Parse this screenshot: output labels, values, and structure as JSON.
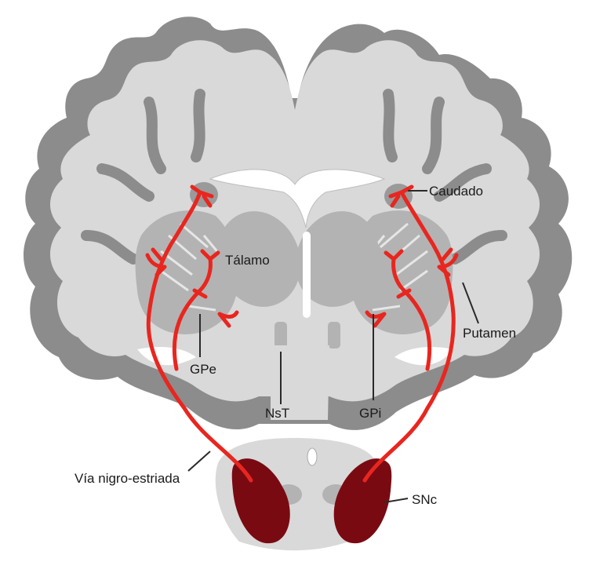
{
  "labels": {
    "caudado": "Caudado",
    "talamo": "Tálamo",
    "putamen": "Putamen",
    "gpe": "GPe",
    "gpi": "GPi",
    "nst": "NsT",
    "via": "Vía nigro-estriada",
    "snc": "SNc"
  },
  "colors": {
    "cortex": "#8c8c8c",
    "white_matter": "#d9d9d9",
    "deep_nuclei": "#b3b3b3",
    "ventricle": "#ffffff",
    "pathway": "#e8261f",
    "snc": "#7a0a12"
  }
}
